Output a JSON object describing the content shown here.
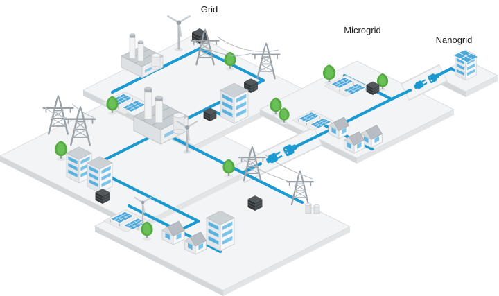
{
  "diagram": {
    "type": "isometric-energy-grid-illustration",
    "labels": {
      "grid": "Grid",
      "microgrid": "Microgrid",
      "nanogrid": "Nanogrid"
    },
    "colors": {
      "power_line_blue": "#1b9ad2",
      "solar_panel_blue": "#4fa8da",
      "tree_green": "#54ab40",
      "platform_top": "#f3f4f5",
      "platform_side": "#d4d7d9",
      "dark_unit": "#303437",
      "structure_gray": "#c9ced2",
      "background": "#ffffff"
    },
    "components": [
      {
        "name": "transmission-tower-icon",
        "count": 6
      },
      {
        "name": "wind-turbine-icon",
        "count": 3
      },
      {
        "name": "solar-array-icon",
        "count": 5
      },
      {
        "name": "factory-icon",
        "count": 2
      },
      {
        "name": "office-building-icon",
        "count": 5
      },
      {
        "name": "house-icon",
        "count": 5
      },
      {
        "name": "battery-unit-icon",
        "count": 6
      },
      {
        "name": "tree-icon",
        "count": 9
      },
      {
        "name": "plug-connector-icon",
        "count": 2
      },
      {
        "name": "storage-tanks-icon",
        "count": 1
      }
    ]
  }
}
